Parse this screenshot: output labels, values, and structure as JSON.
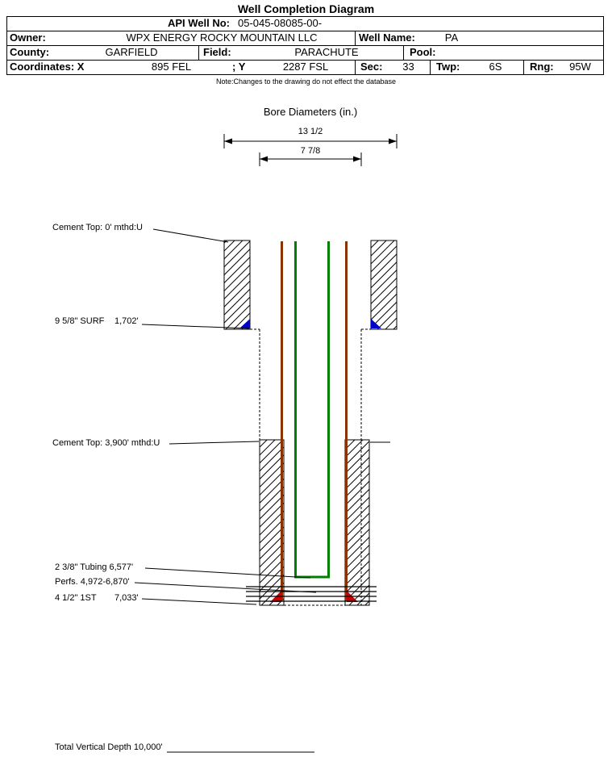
{
  "title": "Well Completion Diagram",
  "header": {
    "api": {
      "label": "API Well No:",
      "value": "05-045-08085-00-"
    },
    "owner": {
      "label": "Owner:",
      "value": "WPX ENERGY ROCKY MOUNTAIN LLC"
    },
    "well_name": {
      "label": "Well Name:",
      "value": "PA"
    },
    "county": {
      "label": "County:",
      "value": "GARFIELD"
    },
    "field": {
      "label": "Field:",
      "value": "PARACHUTE"
    },
    "pool": {
      "label": "Pool:",
      "value": ""
    },
    "coordinates": {
      "label": "Coordinates: X",
      "x_value": "895 FEL",
      "y_label": "; Y",
      "y_value": "2287 FSL"
    },
    "sec": {
      "label": "Sec:",
      "value": "33"
    },
    "twp": {
      "label": "Twp:",
      "value": "6S"
    },
    "rng": {
      "label": "Rng:",
      "value": "95W"
    }
  },
  "note": "Note:Changes to the drawing do not effect the database",
  "diagram": {
    "bore_title": "Bore Diameters (in.)",
    "dimensions": {
      "outer": "13 1/2",
      "inner": "7 7/8"
    },
    "annotations": {
      "cement_top_surface": "Cement Top: 0' mthd:U",
      "surface_casing_label": "9 5/8\" SURF",
      "surface_casing_depth": "1,702'",
      "cement_top_production": "Cement Top: 3,900' mthd:U",
      "tubing_label": "2 3/8\" Tubing 6,577'",
      "perfs_label": "Perfs. 4,972-6,870'",
      "production_casing_label": "4 1/2\" 1ST",
      "production_casing_depth": "7,033'",
      "tvd_label": "Total Vertical Depth 10,000'"
    },
    "colors": {
      "casing": "#8b3300",
      "tubing": "#008000",
      "surface_shoe": "#0000cc",
      "production_shoe": "#cc0000"
    }
  }
}
